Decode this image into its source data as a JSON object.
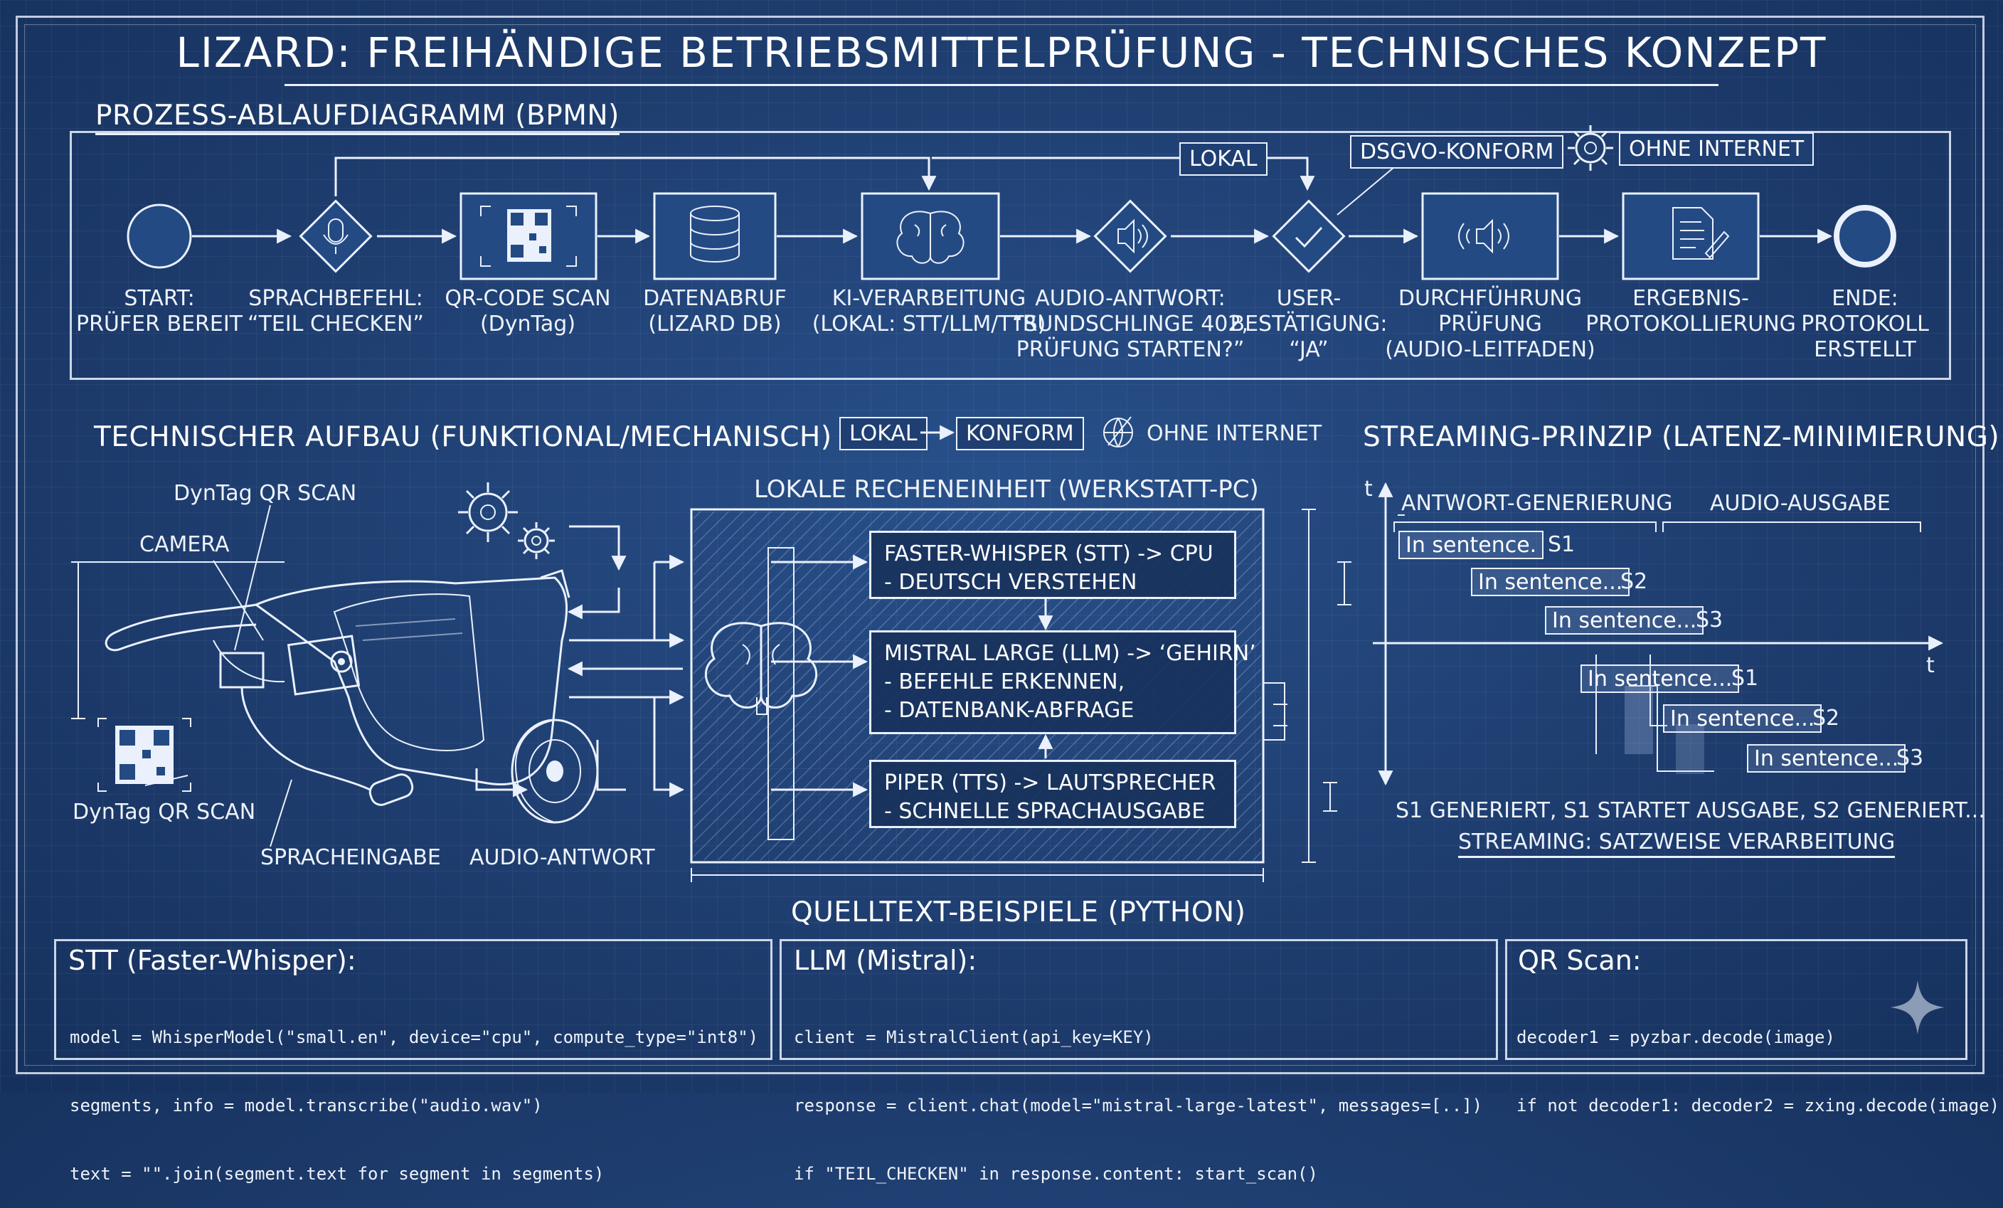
{
  "title": "LIZARD: FREIHÄNDIGE BETRIEBSMITTELPRÜFUNG - TECHNISCHES KONZEPT",
  "bpmn": {
    "heading": "PROZESS-ABLAUFDIAGRAMM (BPMN)",
    "tag_lokal": "LOKAL",
    "tag_dsgvo": "DSGVO-KONFORM",
    "tag_internet": "OHNE INTERNET",
    "nodes": [
      {
        "icon": "start-event",
        "line1": "START:",
        "line2": "PRÜFER BEREIT",
        "line3": ""
      },
      {
        "icon": "microphone-icon",
        "line1": "SPRACHBEFEHL:",
        "line2": "“TEIL CHECKEN”",
        "line3": ""
      },
      {
        "icon": "qr-code-icon",
        "line1": "QR-CODE SCAN",
        "line2": "(DynTag)",
        "line3": ""
      },
      {
        "icon": "database-icon",
        "line1": "DATENABRUF",
        "line2": "(LIZARD DB)",
        "line3": ""
      },
      {
        "icon": "brain-icon",
        "line1": "KI-VERARBEITUNG",
        "line2": "(LOKAL: STT/LLM/TTS)",
        "line3": ""
      },
      {
        "icon": "speaker-icon",
        "line1": "AUDIO-ANTWORT:",
        "line2": "“RUNDSCHLINGE 402,",
        "line3": "PRÜFUNG STARTEN?”"
      },
      {
        "icon": "checkmark-icon",
        "line1": "USER-",
        "line2": "BESTÄTIGUNG:",
        "line3": "“JA”"
      },
      {
        "icon": "audio-waves-icon",
        "line1": "DURCHFÜHRUNG",
        "line2": "PRÜFUNG",
        "line3": "(AUDIO-LEITFADEN)"
      },
      {
        "icon": "document-icon",
        "line1": "ERGEBNIS-",
        "line2": "PROTOKOLLIERUNG",
        "line3": ""
      },
      {
        "icon": "end-event",
        "line1": "ENDE:",
        "line2": "PROTOKOLL",
        "line3": "ERSTELLT"
      }
    ]
  },
  "aufbau": {
    "heading": "TECHNISCHER AUFBAU (FUNKTIONAL/MECHANISCH)",
    "tag_lokal": "LOKAL",
    "tag_konform": "KONFORM",
    "tag_internet": "OHNE INTERNET",
    "label_dyntag_top": "DynTag QR SCAN",
    "label_camera": "CAMERA",
    "label_dyntag_bottom": "DynTag QR SCAN",
    "label_spracheingabe": "SPRACHEINGABE",
    "label_audio": "AUDIO-ANTWORT",
    "pc_title": "LOKALE RECHENEINHEIT (WERKSTATT-PC)",
    "stt": {
      "line1": "FASTER-WHISPER (STT) -> CPU",
      "line2": "- DEUTSCH VERSTEHEN"
    },
    "llm": {
      "line1": "MISTRAL LARGE (LLM) -> ‘GEHIRN’",
      "line2": "- BEFEHLE ERKENNEN,",
      "line3": "- DATENBANK-ABFRAGE"
    },
    "tts": {
      "line1": "PIPER (TTS) -> LAUTSPRECHER",
      "line2": "- SCHNELLE SPRACHAUSGABE"
    }
  },
  "streaming": {
    "heading": "STREAMING-PRINZIP (LATENZ-MINIMIERUNG)",
    "axis_t": "t",
    "col_generation": "ANTWORT-GENERIERUNG",
    "col_output": "AUDIO-AUSGABE",
    "gen_rows": [
      {
        "text": "In sentence.",
        "label": "S1"
      },
      {
        "text": "In sentence...",
        "label": "S2"
      },
      {
        "text": "In sentence...",
        "label": "S3"
      }
    ],
    "out_rows": [
      {
        "text": "In sentence...",
        "label": "S1"
      },
      {
        "text": "In sentence...",
        "label": "S2"
      },
      {
        "text": "In sentence...",
        "label": "S3"
      }
    ],
    "caption1": "S1 GENERIERT, S1 STARTET AUSGABE, S2 GENERIERT...",
    "caption2": "STREAMING: SATZWEISE VERARBEITUNG"
  },
  "code": {
    "heading": "QUELLTEXT-BEISPIELE (PYTHON)",
    "boxes": [
      {
        "title": "STT (Faster-Whisper):",
        "lines": [
          "model = WhisperModel(\"small.en\", device=\"cpu\", compute_type=\"int8\")",
          "segments, info = model.transcribe(\"audio.wav\")",
          "text = \"\".join(segment.text for segment in segments)"
        ]
      },
      {
        "title": "LLM (Mistral):",
        "lines": [
          "client = MistralClient(api_key=KEY)",
          "response = client.chat(model=\"mistral-large-latest\", messages=[..])",
          "if \"TEIL_CHECKEN\" in response.content: start_scan()"
        ]
      },
      {
        "title": "QR Scan:",
        "lines": [
          "decoder1 = pyzbar.decode(image)",
          "if not decoder1: decoder2 = zxing.decode(image)"
        ]
      }
    ]
  }
}
